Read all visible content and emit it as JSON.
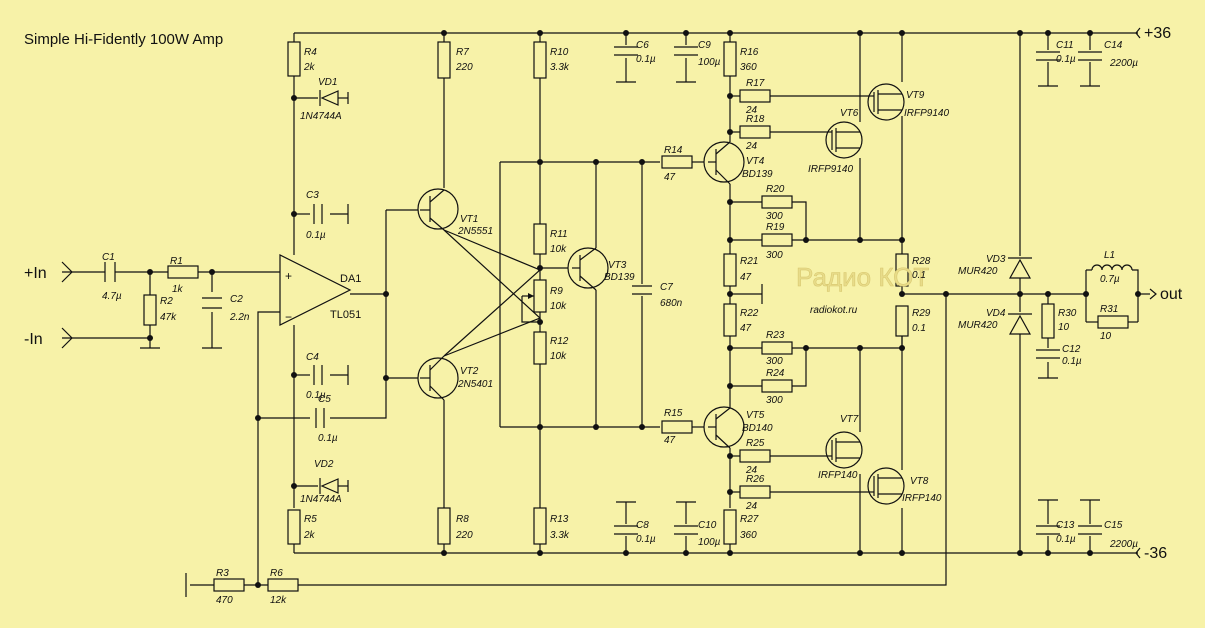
{
  "title": "Simple Hi-Fidently 100W Amp",
  "terminals": {
    "in_pos": "+In",
    "in_neg": "-In",
    "out": "out",
    "vplus": "+36",
    "vminus": "-36"
  },
  "watermark": {
    "brand": "Радио КОТ",
    "url": "radiokot.ru"
  },
  "components": {
    "C1": {
      "name": "C1",
      "value": "4.7µ"
    },
    "R1": {
      "name": "R1",
      "value": "1k"
    },
    "R2": {
      "name": "R2",
      "value": "47k"
    },
    "C2": {
      "name": "C2",
      "value": "2.2n"
    },
    "DA1": {
      "name": "DA1",
      "value": "TL051"
    },
    "R3": {
      "name": "R3",
      "value": "470"
    },
    "R6": {
      "name": "R6",
      "value": "12k"
    },
    "R4": {
      "name": "R4",
      "value": "2k"
    },
    "VD1": {
      "name": "VD1",
      "value": "1N4744A"
    },
    "C3": {
      "name": "C3",
      "value": "0.1µ"
    },
    "C4": {
      "name": "C4",
      "value": "0.1µ"
    },
    "C5": {
      "name": "C5",
      "value": "0.1µ"
    },
    "VD2": {
      "name": "VD2",
      "value": "1N4744A"
    },
    "R5": {
      "name": "R5",
      "value": "2k"
    },
    "R7": {
      "name": "R7",
      "value": "220"
    },
    "R8": {
      "name": "R8",
      "value": "220"
    },
    "VT1": {
      "name": "VT1",
      "value": "2N5551"
    },
    "VT2": {
      "name": "VT2",
      "value": "2N5401"
    },
    "R10": {
      "name": "R10",
      "value": "3.3k"
    },
    "R11": {
      "name": "R11",
      "value": "10k"
    },
    "R9": {
      "name": "R9",
      "value": "10k"
    },
    "R12": {
      "name": "R12",
      "value": "10k"
    },
    "R13": {
      "name": "R13",
      "value": "3.3k"
    },
    "VT3": {
      "name": "VT3",
      "value": "BD139"
    },
    "C7": {
      "name": "C7",
      "value": "680n"
    },
    "C6": {
      "name": "C6",
      "value": "0.1µ"
    },
    "C9": {
      "name": "C9",
      "value": "100µ"
    },
    "C8": {
      "name": "C8",
      "value": "0.1µ"
    },
    "C10": {
      "name": "C10",
      "value": "100µ"
    },
    "R14": {
      "name": "R14",
      "value": "47"
    },
    "R15": {
      "name": "R15",
      "value": "47"
    },
    "VT4": {
      "name": "VT4",
      "value": "BD139"
    },
    "VT5": {
      "name": "VT5",
      "value": "BD140"
    },
    "R16": {
      "name": "R16",
      "value": "360"
    },
    "R17": {
      "name": "R17",
      "value": "24"
    },
    "R18": {
      "name": "R18",
      "value": "24"
    },
    "R20": {
      "name": "R20",
      "value": "300"
    },
    "R19": {
      "name": "R19",
      "value": "300"
    },
    "R21": {
      "name": "R21",
      "value": "47"
    },
    "R22": {
      "name": "R22",
      "value": "47"
    },
    "R23": {
      "name": "R23",
      "value": "300"
    },
    "R24": {
      "name": "R24",
      "value": "300"
    },
    "R25": {
      "name": "R25",
      "value": "24"
    },
    "R26": {
      "name": "R26",
      "value": "24"
    },
    "R27": {
      "name": "R27",
      "value": "360"
    },
    "VT6": {
      "name": "VT6",
      "value": "IRFP9140"
    },
    "VT9": {
      "name": "VT9",
      "value": "IRFP9140"
    },
    "VT7": {
      "name": "VT7",
      "value": "IRFP140"
    },
    "VT8": {
      "name": "VT8",
      "value": "IRFP140"
    },
    "R28": {
      "name": "R28",
      "value": "0.1"
    },
    "R29": {
      "name": "R29",
      "value": "0.1"
    },
    "VD3": {
      "name": "VD3",
      "value": "MUR420"
    },
    "VD4": {
      "name": "VD4",
      "value": "MUR420"
    },
    "C11": {
      "name": "C11",
      "value": "0.1µ"
    },
    "C14": {
      "name": "C14",
      "value": "2200µ"
    },
    "C13": {
      "name": "C13",
      "value": "0.1µ"
    },
    "C15": {
      "name": "C15",
      "value": "2200µ"
    },
    "L1": {
      "name": "L1",
      "value": "0.7µ"
    },
    "R30": {
      "name": "R30",
      "value": "10"
    },
    "R31": {
      "name": "R31",
      "value": "10"
    },
    "C12": {
      "name": "C12",
      "value": "0.1µ"
    }
  }
}
